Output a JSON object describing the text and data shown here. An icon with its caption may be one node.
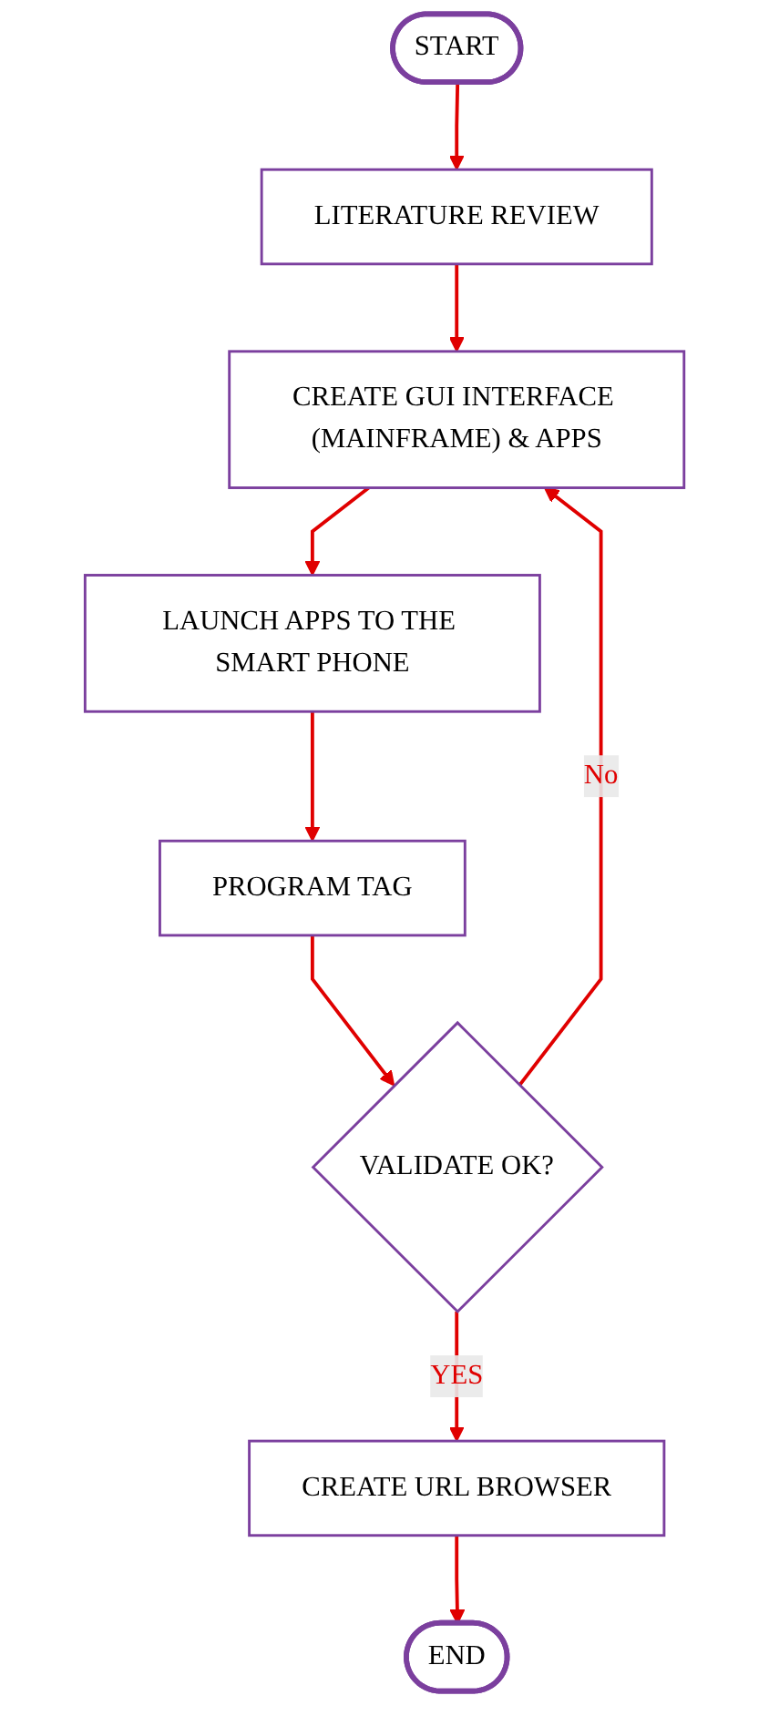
{
  "diagram": {
    "nodes": [
      {
        "text": [
          "START"
        ]
      },
      {
        "text": [
          "LITERATURE REVIEW"
        ]
      },
      {
        "text": [
          "CREATE GUI INTERFACE (MAINFRAME) & APPS"
        ]
      },
      {
        "text": [
          "LAUNCH APPS TO THE SMART PHONE"
        ]
      },
      {
        "text": [
          "PROGRAM TAG"
        ]
      },
      {
        "text": [
          "VALIDATE OK?"
        ]
      },
      {
        "text": [
          "CREATE URL BROWSER"
        ]
      },
      {
        "text": [
          "END"
        ]
      }
    ],
    "edges": [
      {
        "from": 0,
        "to": 1,
        "arrow": "to"
      },
      {
        "from": 1,
        "to": 2,
        "arrow": "to"
      },
      {
        "from": 2,
        "to": 3,
        "arrow": "to"
      },
      {
        "from": 3,
        "to": 4,
        "arrow": "to"
      },
      {
        "from": 4,
        "to": 5,
        "arrow": "to"
      },
      {
        "from": 5,
        "to": 2,
        "arrow": "to",
        "label": "No"
      },
      {
        "from": 5,
        "to": 6,
        "arrow": "to",
        "label": "YES"
      },
      {
        "from": 6,
        "to": 7,
        "arrow": "to"
      }
    ]
  }
}
